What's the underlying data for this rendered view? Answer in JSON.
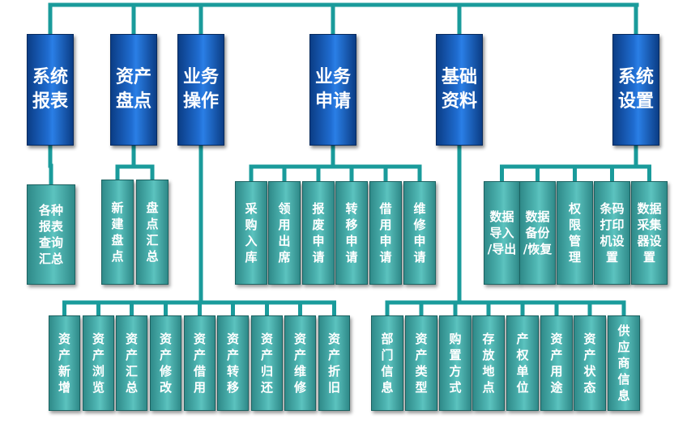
{
  "categories": [
    {
      "id": "system-report",
      "label": "系统\n报表",
      "children": [
        "各种\n报表\n查询\n汇总"
      ]
    },
    {
      "id": "asset-inventory",
      "label": "资产\n盘点",
      "children": [
        "新\n建\n盘\n点",
        "盘\n点\n汇\n总"
      ]
    },
    {
      "id": "business-operation",
      "label": "业务\n操作",
      "children": [
        "资\n产\n新\n增",
        "资\n产\n浏\n览",
        "资\n产\n汇\n总",
        "资\n产\n修\n改",
        "资\n产\n借\n用",
        "资\n产\n转\n移",
        "资\n产\n归\n还",
        "资\n产\n维\n修",
        "资\n产\n折\n旧"
      ]
    },
    {
      "id": "business-application",
      "label": "业务\n申请",
      "children": [
        "采\n购\n入\n库",
        "领\n用\n出\n席",
        "报\n废\n申\n请",
        "转\n移\n申\n请",
        "借\n用\n申\n请",
        "维\n修\n申\n请"
      ]
    },
    {
      "id": "basic-data",
      "label": "基础\n资料",
      "children": [
        "部\n门\n信\n息",
        "资\n产\n类\n型",
        "购\n置\n方\n式",
        "存\n放\n地\n点",
        "产\n权\n单\n位",
        "资\n产\n用\n途",
        "资\n产\n状\n态",
        "供\n应\n商\n信\n息"
      ]
    },
    {
      "id": "system-settings",
      "label": "系统\n设置",
      "children": [
        "数据\n导入\n/导出",
        "数据\n备份\n/恢复",
        "权\n限\n管\n理",
        "条码\n打印\n机设\n置",
        "数据\n采集\n器设\n置"
      ]
    }
  ],
  "colors": {
    "connector": "#1a9b9b",
    "top_box": "#1a5fb8",
    "leaf_box": "#4fb6b3"
  }
}
